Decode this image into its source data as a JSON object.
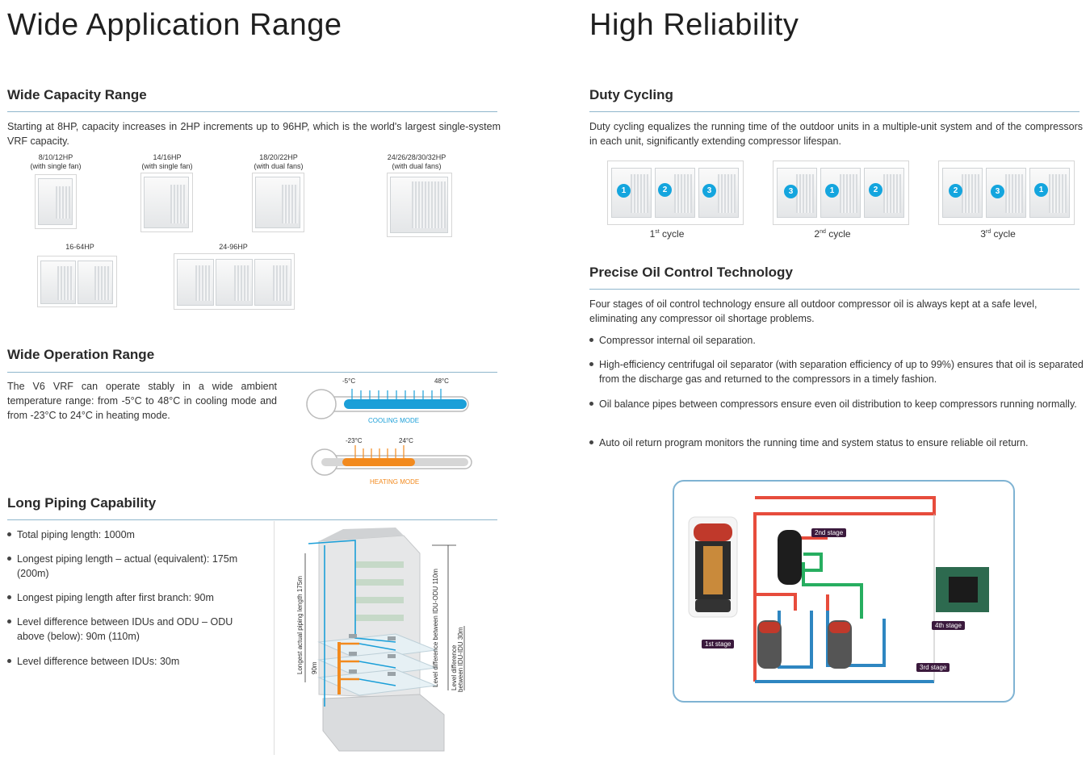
{
  "left": {
    "title": "Wide Application Range",
    "capacity": {
      "heading": "Wide Capacity Range",
      "text": "Starting at 8HP, capacity increases in 2HP increments up to 96HP, which is the world's largest single-system VRF capacity.",
      "models": [
        {
          "name": "8/10/12HP",
          "sub": "(with single fan)"
        },
        {
          "name": "14/16HP",
          "sub": "(with single fan)"
        },
        {
          "name": "18/20/22HP",
          "sub": "(with dual fans)"
        },
        {
          "name": "24/26/28/30/32HP",
          "sub": "(with dual fans)"
        },
        {
          "name": "16-64HP",
          "sub": ""
        },
        {
          "name": "24-96HP",
          "sub": ""
        }
      ]
    },
    "operation": {
      "heading": "Wide Operation Range",
      "text": "The V6 VRF can operate stably in a wide ambient temperature range: from -5°C to 48°C in cooling mode and from -23°C to 24°C in heating mode.",
      "cooling": {
        "low": "-5°C",
        "high": "48°C",
        "label": "COOLING MODE",
        "color": "#1b9fd8"
      },
      "heating": {
        "low": "-23°C",
        "high": "24°C",
        "label": "HEATING MODE",
        "color": "#f28a1e"
      }
    },
    "piping": {
      "heading": "Long Piping Capability",
      "bullets": [
        "Total piping length: 1000m",
        "Longest piping length – actual (equivalent): 175m (200m)",
        "Longest piping length after first branch: 90m",
        "Level difference between IDUs and ODU – ODU above (below): 90m (110m)",
        "Level difference between IDUs: 30m"
      ],
      "figure": {
        "longest": "Longest actual piping length 175m",
        "branch": "90m",
        "idu_odu": "Level difference between IDU-ODU 110m",
        "idu_idu_1": "Level difference",
        "idu_idu_2": "between IDU-IDU 30m"
      }
    }
  },
  "right": {
    "title": "High Reliability",
    "duty": {
      "heading": "Duty Cycling",
      "text": "Duty cycling equalizes the running time of the outdoor units in a multiple-unit system and of the compressors in each unit, significantly extending compressor lifespan.",
      "cycles": [
        {
          "num": "1",
          "sup": "st",
          "word": " cycle",
          "order": [
            "1",
            "2",
            "3"
          ]
        },
        {
          "num": "2",
          "sup": "nd",
          "word": " cycle",
          "order": [
            "3",
            "1",
            "2"
          ]
        },
        {
          "num": "3",
          "sup": "rd",
          "word": " cycle",
          "order": [
            "2",
            "3",
            "1"
          ]
        }
      ]
    },
    "oil": {
      "heading": "Precise Oil Control Technology",
      "text": "Four stages of oil control technology ensure all outdoor compressor oil is always kept at a safe level, eliminating any compressor oil shortage problems.",
      "bullets": [
        "Compressor internal oil separation.",
        "High-efficiency centrifugal oil separator (with separation efficiency of up to 99%) ensures that oil is separated from the discharge gas and returned to the compressors in a timely fashion.",
        "Oil balance pipes between compressors ensure even oil distribution to keep compressors running normally.",
        "Auto oil return program monitors the running time and system status to ensure reliable oil return."
      ],
      "stages": [
        "1st stage",
        "2nd stage",
        "3rd stage",
        "4th stage"
      ]
    }
  }
}
